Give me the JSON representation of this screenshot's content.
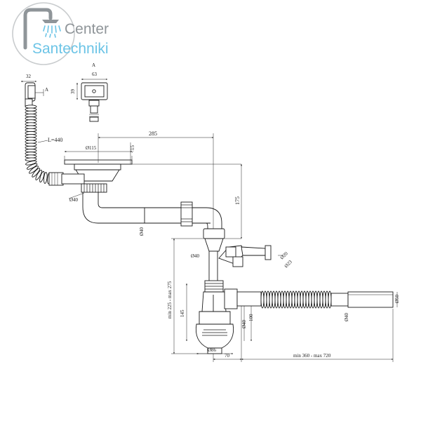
{
  "logo": {
    "line1": "Center",
    "line2": "Santechniki",
    "color_grey": "#8f9599",
    "color_blue": "#6cc4e6"
  },
  "labels": {
    "view_a_top": "A",
    "view_a_arrow": "A",
    "hose_length": "L=440"
  },
  "dimensions": {
    "overflow_width": "32",
    "view_width": "63",
    "view_height": "39",
    "strainer_diameter": "Ø115",
    "strainer_height": "<15",
    "horizontal_offset": "285",
    "outlet_dia_left": "Ø40",
    "pipe_dia": "Ø40",
    "vertical_175": "175",
    "trap_inlet_dia": "Ø40",
    "hose_d20": "Ø20",
    "hose_d23": "Ø23",
    "height_range": "min 225 - max 275",
    "trap_height": "145",
    "trap_outlet_dia": "Ø40",
    "trap_100": "100",
    "corrugated_dia": "Ø40",
    "end_dia": "Ø50",
    "bottle_dia": "Ø86",
    "offset_70": "70",
    "length_range": "min 360 - max 720"
  }
}
